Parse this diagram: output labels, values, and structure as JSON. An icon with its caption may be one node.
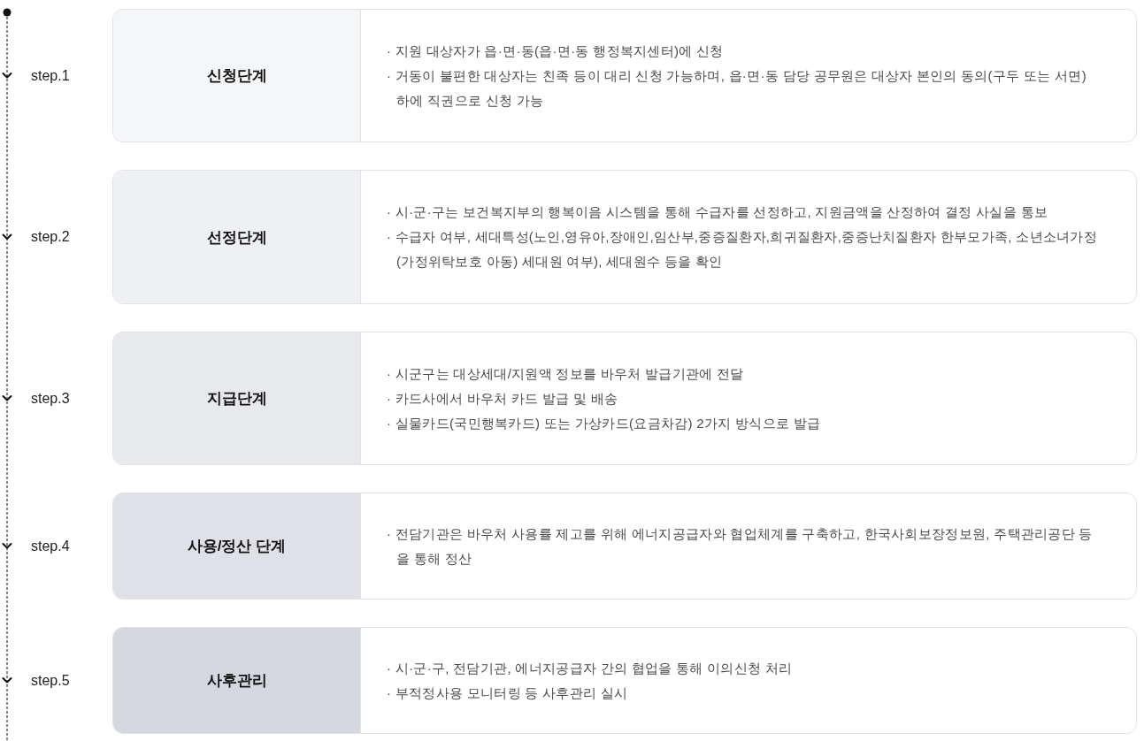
{
  "diagram": {
    "nodes": [
      {
        "text": [
          "신청단계",
          "· 지원 대상자가 읍·면·동(읍·면·동 행정복지센터)에 신청",
          "· 거동이 불편한 대상자는 친족 등이 대리 신청 가능하며, 읍·면·동 담당 공무원은 대상자 본인의 동의(구두 또는 서면) 하에 직권으로 신청 가능"
        ],
        "beside": [
          "step.1"
        ]
      },
      {
        "text": [
          "선정단계",
          "· 시·군·구는 보건복지부의 행복이음 시스템을 통해 수급자를 선정하고, 지원금액을 산정하여 결정 사실을 통보",
          "· 수급자 여부, 세대특성(노인,영유아,장애인,임산부,중증질환자,희귀질환자,중증난치질환자 한부모가족, 소년소녀가정(가정위탁보호 아동) 세대원 여부), 세대원수 등을 확인"
        ],
        "beside": [
          "step.2"
        ]
      },
      {
        "text": [
          "지급단계",
          "· 시군구는 대상세대/지원액 정보를 바우처 발급기관에 전달",
          "· 카드사에서 바우처 카드 발급 및 배송",
          "· 실물카드(국민행복카드) 또는 가상카드(요금차감) 2가지 방식으로 발급"
        ],
        "beside": [
          "step.3"
        ]
      },
      {
        "text": [
          "사용/정산 단계",
          "· 전담기관은 바우처 사용률 제고를 위해 에너지공급자와 협업체계를 구축하고, 한국사회보장정보원, 주택관리공단 등을 통해 정산"
        ],
        "beside": [
          "step.4"
        ]
      },
      {
        "text": [
          "사후관리",
          "· 시·군·구, 전담기관, 에너지공급자 간의 협업을 통해 이의신청 처리",
          "· 부적정사용 모니터링 등 사후관리 실시"
        ],
        "beside": [
          "step.5"
        ]
      }
    ]
  }
}
